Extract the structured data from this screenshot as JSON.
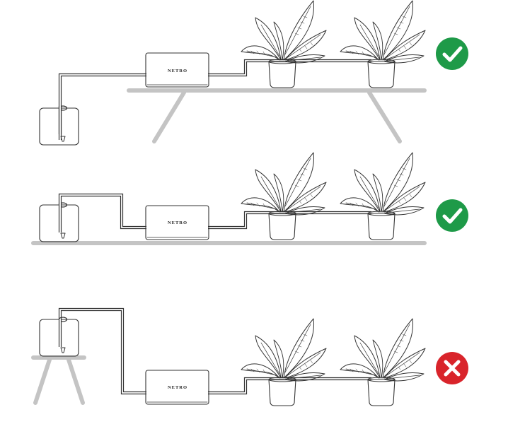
{
  "pump": {
    "brand_label": "NETRO"
  },
  "colors": {
    "correct": "#1e9a48",
    "incorrect": "#d9242b",
    "furniture": "#c4c4c4",
    "outline": "#333333"
  },
  "scenarios": [
    {
      "id": "reservoir-below-pump",
      "status": "correct",
      "icon": "check-icon"
    },
    {
      "id": "reservoir-level-with-pump",
      "status": "correct",
      "icon": "check-icon"
    },
    {
      "id": "reservoir-above-pump",
      "status": "incorrect",
      "icon": "cross-icon"
    }
  ]
}
